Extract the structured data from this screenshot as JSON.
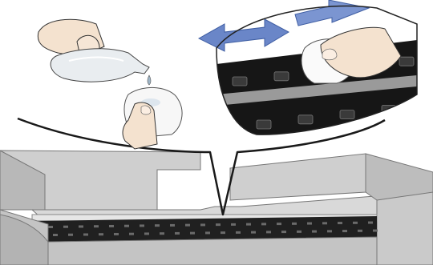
{
  "illustration": {
    "colors": {
      "background": "#ffffff",
      "printer_gray": "#c9c9c9",
      "printer_dark": "#8c8c8c",
      "platen_black": "#1a1a1a",
      "arrow_blue": "#6a86c8",
      "skin": "#f4e2cf",
      "outline": "#222222"
    },
    "icons": [
      "bottle",
      "cloth",
      "hand",
      "double-arrow",
      "platen-rollers",
      "printer"
    ]
  }
}
